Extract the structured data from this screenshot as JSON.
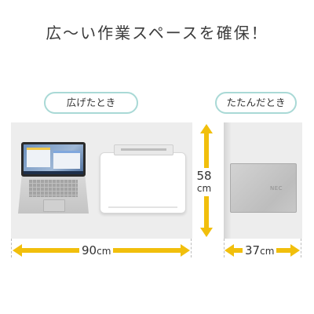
{
  "headline": "広〜い作業スペースを確保！",
  "states": {
    "open_label": "広げたとき",
    "closed_label": "たたんだとき"
  },
  "dimensions": {
    "open_width_value": "90",
    "open_width_unit": "cm",
    "depth_value": "58",
    "depth_unit": "cm",
    "closed_width_value": "37",
    "closed_width_unit": "cm"
  },
  "closed_laptop": {
    "logo_text": "NEC"
  },
  "colors": {
    "accent": "#f1bf0c",
    "pill_border": "#a9d9d6",
    "floor": "#ededed"
  }
}
